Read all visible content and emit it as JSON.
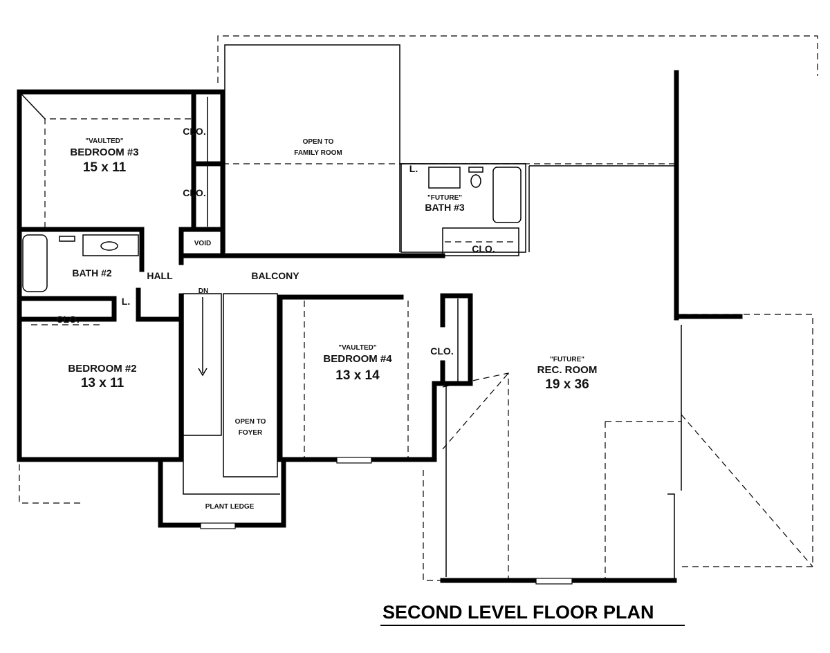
{
  "plan": {
    "title": "SECOND LEVEL FLOOR PLAN",
    "rooms": {
      "bedroom3": {
        "note": "\"VAULTED\"",
        "name": "BEDROOM #3",
        "size": "15 x 11"
      },
      "open_family": {
        "line1": "OPEN TO",
        "line2": "FAMILY ROOM"
      },
      "bath3": {
        "note": "\"FUTURE\"",
        "name": "BATH #3"
      },
      "bath2": {
        "name": "BATH #2"
      },
      "hall": {
        "name": "HALL"
      },
      "balcony": {
        "name": "BALCONY"
      },
      "void": {
        "name": "VOID"
      },
      "bedroom2": {
        "name": "BEDROOM #2",
        "size": "13 x 11"
      },
      "bedroom4": {
        "note": "\"VAULTED\"",
        "name": "BEDROOM #4",
        "size": "13 x 14"
      },
      "rec_room": {
        "note": "\"FUTURE\"",
        "name": "REC. ROOM",
        "size": "19 x 36"
      },
      "open_foyer": {
        "line1": "OPEN TO",
        "line2": "FOYER"
      },
      "plant_ledge": {
        "name": "PLANT LEDGE"
      }
    },
    "closets": [
      "CLO.",
      "CLO.",
      "CLO.",
      "CLO.",
      "CLO."
    ],
    "linens": [
      "L.",
      "L."
    ],
    "stair_label": "DN"
  }
}
